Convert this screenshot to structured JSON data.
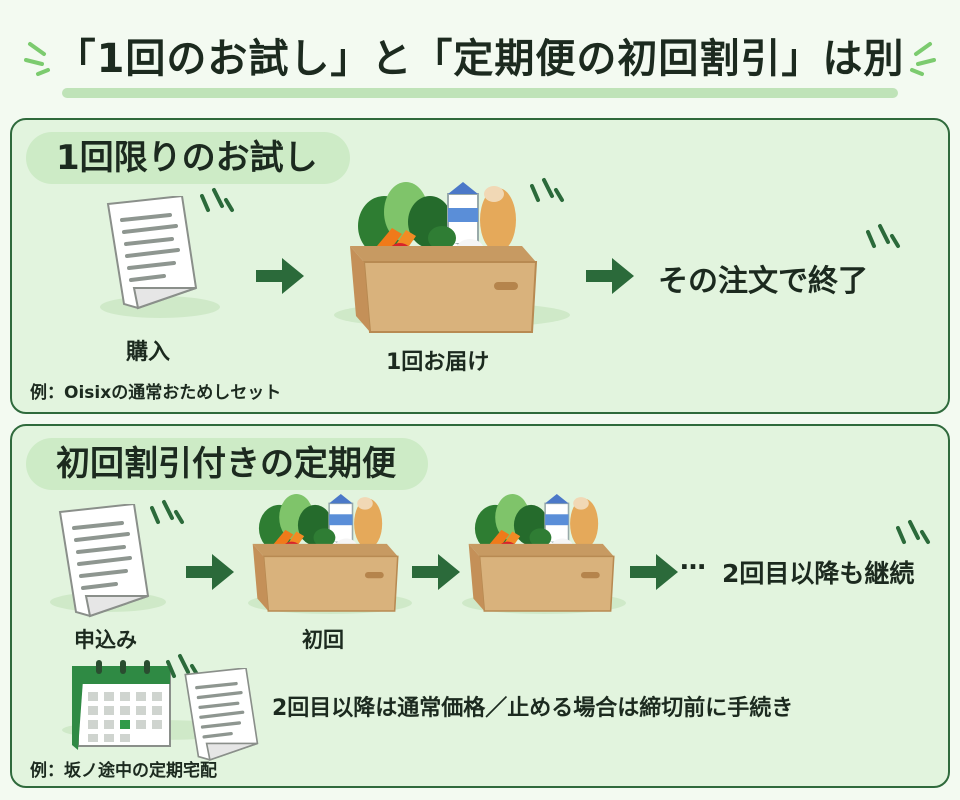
{
  "title": "「1回のお試し」と「定期便の初回割引」は別",
  "section1": {
    "heading": "1回限りのお試し",
    "step_purchase": "購入",
    "step_delivery": "1回お届け",
    "step_end": "その注文で終了",
    "example": "例：Oisixの通常おためしセット"
  },
  "section2": {
    "heading": "初回割引付きの定期便",
    "step_apply": "申込み",
    "step_first": "初回",
    "ellipsis": "…",
    "step_continue": "2回目以降も継続",
    "note": "2回目以降は通常価格／止める場合は締切前に手続き",
    "example": "例：坂ノ途中の定期宅配"
  },
  "colors": {
    "panel_border": "#2f6a3c",
    "panel_bg": "#e2f4de",
    "heading_pill": "#cdebc6",
    "arrow": "#2b6a3a",
    "box": "#d9b27c"
  },
  "icons": [
    "document-icon",
    "produce-box-icon",
    "arrow-right-icon",
    "calendar-icon",
    "sparkle-icon"
  ]
}
